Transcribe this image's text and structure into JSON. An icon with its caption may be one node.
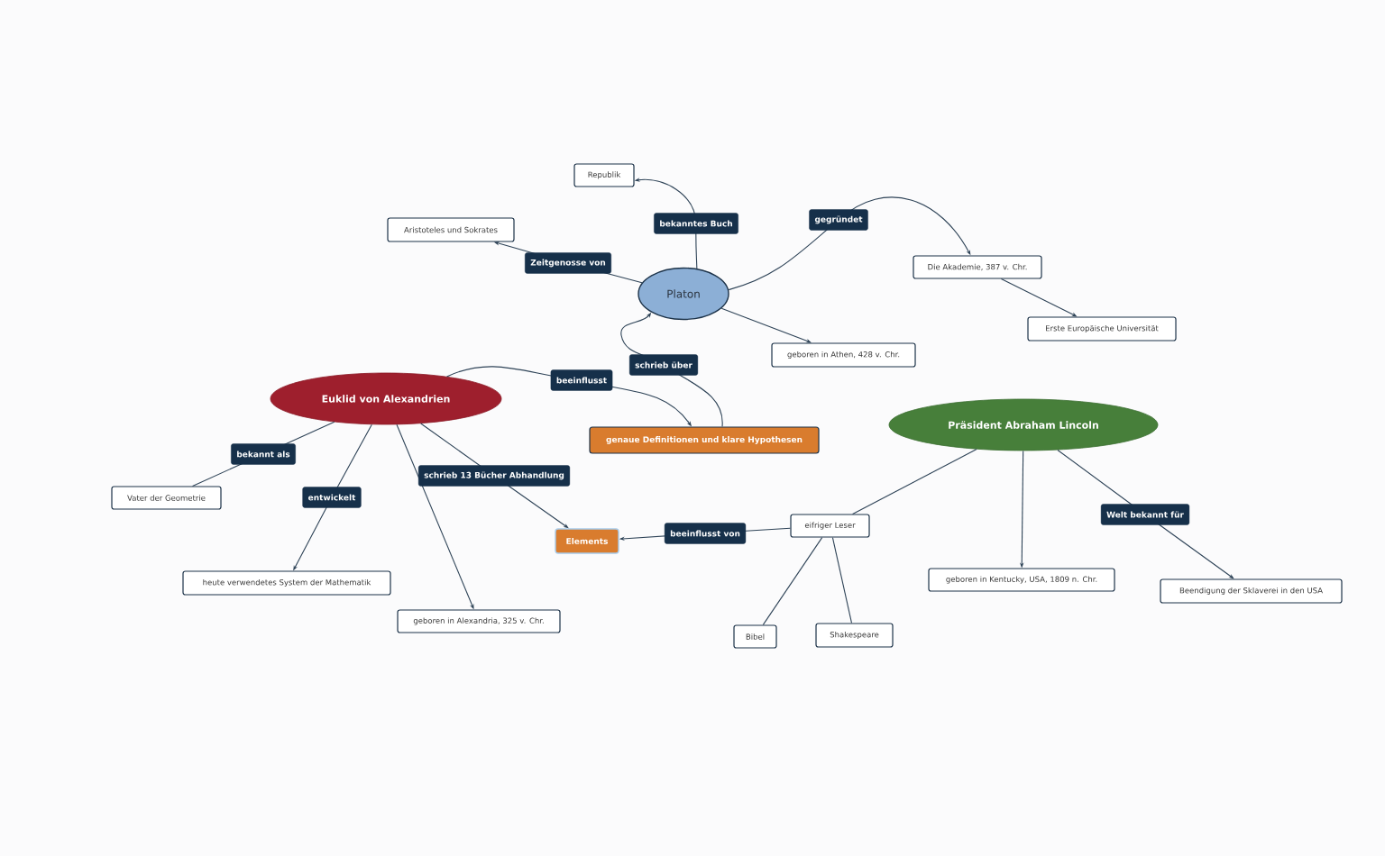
{
  "diagram": {
    "nodes": [
      {
        "text": [
          "Platon"
        ]
      },
      {
        "text": [
          "Republik"
        ]
      },
      {
        "text": [
          "Aristoteles und Sokrates"
        ]
      },
      {
        "text": [
          "Die Akademie, 387 v. Chr."
        ]
      },
      {
        "text": [
          "Erste Europäische Universität"
        ]
      },
      {
        "text": [
          "geboren in Athen, 428 v. Chr."
        ]
      },
      {
        "text": [
          "Euklid von Alexandrien"
        ]
      },
      {
        "text": [
          "genaue Definitionen und klare Hypothesen"
        ]
      },
      {
        "text": [
          "Präsident Abraham Lincoln"
        ]
      },
      {
        "text": [
          "Vater der Geometrie"
        ]
      },
      {
        "text": [
          "heute verwendetes System der Mathematik"
        ]
      },
      {
        "text": [
          "geboren in Alexandria, 325 v. Chr."
        ]
      },
      {
        "text": [
          "Elements"
        ]
      },
      {
        "text": [
          "eifriger Leser"
        ]
      },
      {
        "text": [
          "Bibel"
        ]
      },
      {
        "text": [
          "Shakespeare"
        ]
      },
      {
        "text": [
          "geboren in Kentucky, USA, 1809 n. Chr."
        ]
      },
      {
        "text": [
          "Beendigung der Sklaverei in den USA"
        ]
      }
    ],
    "edges": [
      {
        "from": 0,
        "to": 1,
        "arrow": "to",
        "label": "bekanntes Buch"
      },
      {
        "from": 0,
        "to": 2,
        "arrow": "to",
        "label": "Zeitgenosse von"
      },
      {
        "from": 0,
        "to": 3,
        "arrow": "to",
        "label": "gegründet"
      },
      {
        "from": 3,
        "to": 4,
        "arrow": "to"
      },
      {
        "from": 0,
        "to": 5,
        "arrow": "to"
      },
      {
        "from": 7,
        "to": 0,
        "arrow": "to",
        "label": "schrieb über"
      },
      {
        "from": 6,
        "to": 7,
        "arrow": "to",
        "label": "beeinflusst"
      },
      {
        "from": 6,
        "to": 9,
        "arrow": "none",
        "label": "bekannt als"
      },
      {
        "from": 6,
        "to": 10,
        "arrow": "to",
        "label": "entwickelt"
      },
      {
        "from": 6,
        "to": 11,
        "arrow": "to"
      },
      {
        "from": 6,
        "to": 12,
        "arrow": "to",
        "label": "schrieb 13 Bücher Abhandlung"
      },
      {
        "from": 13,
        "to": 12,
        "arrow": "to",
        "label": "beeinflusst von"
      },
      {
        "from": 8,
        "to": 13,
        "arrow": "none"
      },
      {
        "from": 13,
        "to": 14,
        "arrow": "none"
      },
      {
        "from": 13,
        "to": 15,
        "arrow": "none"
      },
      {
        "from": 8,
        "to": 16,
        "arrow": "to"
      },
      {
        "from": 8,
        "to": 17,
        "arrow": "to",
        "label": "Welt bekannt für"
      }
    ]
  }
}
